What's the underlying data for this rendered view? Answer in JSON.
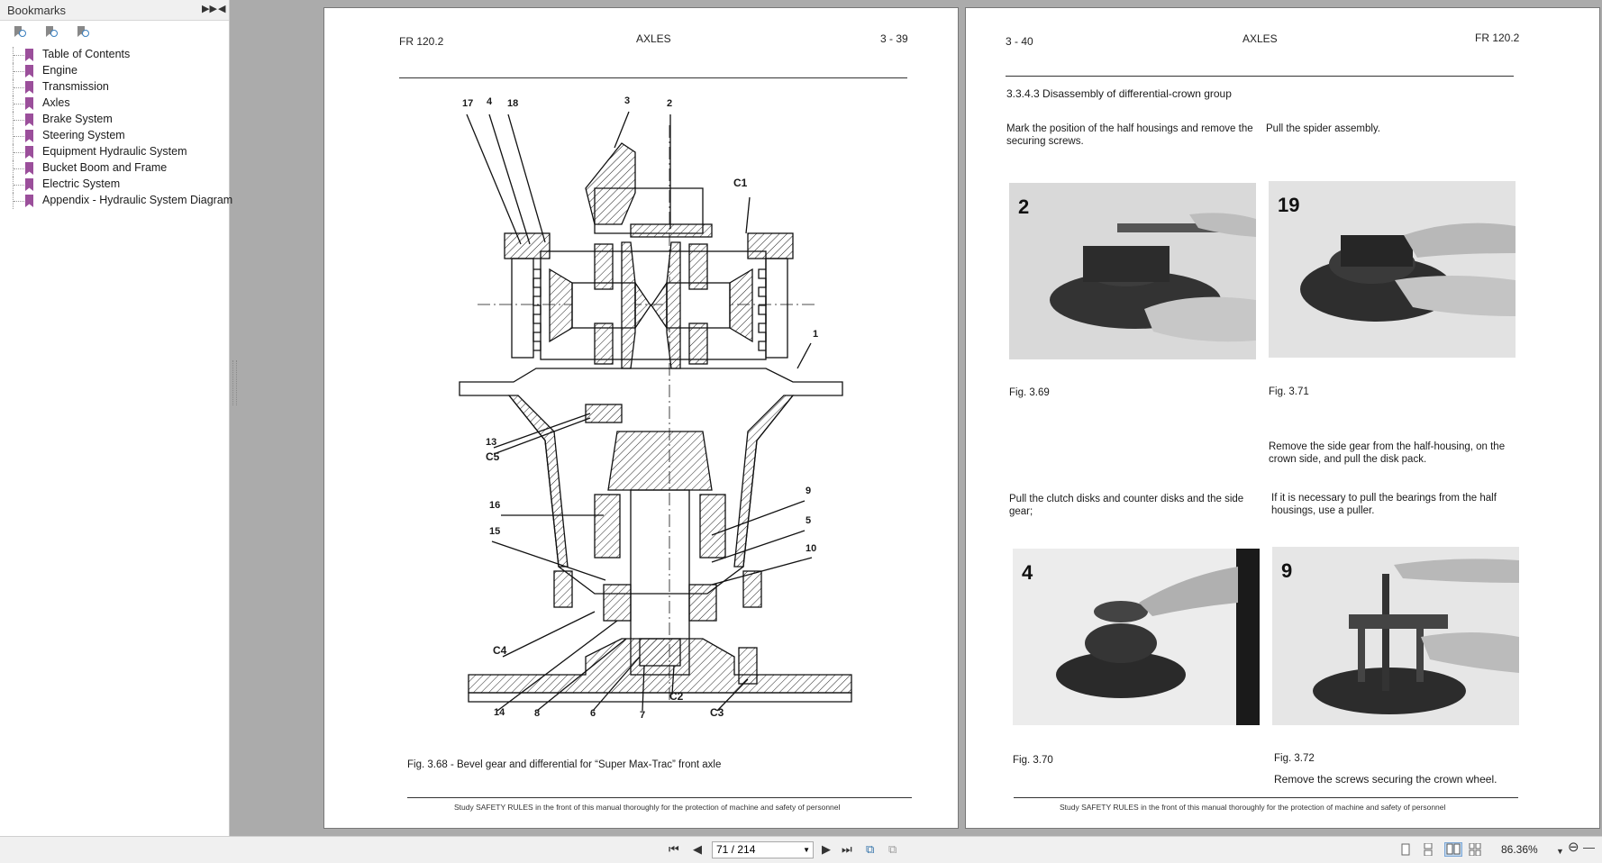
{
  "sidebar": {
    "title": "Bookmarks",
    "items": [
      {
        "label": "Table of Contents"
      },
      {
        "label": "Engine"
      },
      {
        "label": "Transmission"
      },
      {
        "label": "Axles"
      },
      {
        "label": "Brake System"
      },
      {
        "label": "Steering System"
      },
      {
        "label": "Equipment Hydraulic System"
      },
      {
        "label": "Bucket Boom and Frame"
      },
      {
        "label": "Electric System"
      },
      {
        "label": "Appendix - Hydraulic System Diagram"
      }
    ]
  },
  "page_left": {
    "header_left": "FR 120.2",
    "header_center": "AXLES",
    "header_right": "3 - 39",
    "callouts": {
      "n17": "17",
      "n4": "4",
      "n18": "18",
      "n3": "3",
      "n2": "2",
      "c1": "C1",
      "n1": "1",
      "n13": "13",
      "c5": "C5",
      "n16": "16",
      "n15": "15",
      "n9": "9",
      "n5": "5",
      "n10": "10",
      "c4": "C4",
      "c2": "C2",
      "n14": "14",
      "n8": "8",
      "n6": "6",
      "n7": "7",
      "c3": "C3"
    },
    "figure_caption": "Fig. 3.68 - Bevel gear and differential for “Super Max-Trac” front axle",
    "footer": "Study SAFETY RULES in the front of this manual thoroughly for the protection of machine and safety of personnel"
  },
  "page_right": {
    "header_left": "3 - 40",
    "header_center": "AXLES",
    "header_right": "FR 120.2",
    "section_title": "3.3.4.3  Disassembly of differential-crown group",
    "text_1": "Mark the position of the half housings and remove the securing screws.",
    "text_2": "Pull the spider assembly.",
    "photo_1_number": "2",
    "photo_2_number": "19",
    "photo_3_number": "4",
    "photo_4_number": "9",
    "fig_69": "Fig. 3.69",
    "fig_71": "Fig. 3.71",
    "text_3": "Remove the side gear from the half-housing, on the crown side, and pull the disk pack.",
    "text_4": "Pull the clutch disks and counter disks and the side gear;",
    "text_5": "If it is necessary to pull the bearings from the half housings, use a puller.",
    "fig_70": "Fig. 3.70",
    "fig_72": "Fig. 3.72",
    "text_6": "Remove the screws securing the crown wheel.",
    "footer": "Study SAFETY RULES in the front of this manual thoroughly for the protection of machine and safety of personnel"
  },
  "toolbar": {
    "page_value": "71 / 214",
    "zoom": "86.36%"
  },
  "colors": {
    "bookmark": "#9b4f9b",
    "canvas": "#ababab"
  }
}
